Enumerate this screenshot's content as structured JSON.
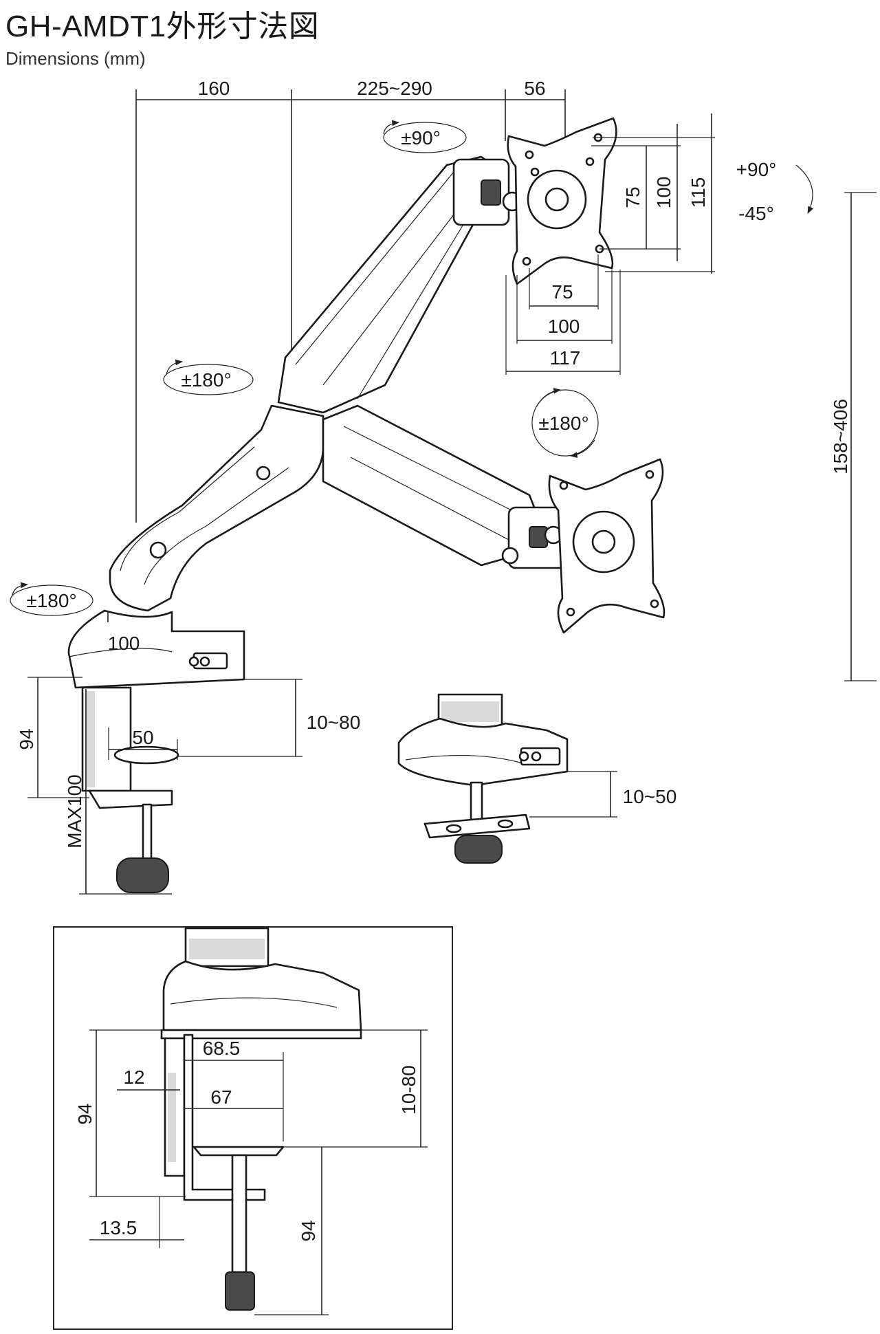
{
  "title": "GH-AMDT1外形寸法図",
  "subtitle": "Dimensions (mm)",
  "dimensions": {
    "d160": "160",
    "d225_290": "225~290",
    "d56": "56",
    "vesa_v75": "75",
    "vesa_v100": "100",
    "vesa_v115": "115",
    "vesa_h75": "75",
    "vesa_h100": "100",
    "vesa_h117": "117",
    "height_158_406": "158~406",
    "base_100": "100",
    "clamp_94": "94",
    "clamp_50": "50",
    "clamp_10_80": "10~80",
    "clamp_max100": "MAX100",
    "grommet_10_50": "10~50",
    "detail_68_5": "68.5",
    "detail_12": "12",
    "detail_67": "67",
    "detail_10_80": "10-80",
    "detail_94_left": "94",
    "detail_13_5": "13.5",
    "detail_94_bottom": "94"
  },
  "rotations": {
    "top_pm90": "±90°",
    "tilt_plus90": "+90°",
    "tilt_minus45": "-45°",
    "arm_pm180": "±180°",
    "base_pm180": "±180°",
    "plate_pm180": "±180°"
  }
}
